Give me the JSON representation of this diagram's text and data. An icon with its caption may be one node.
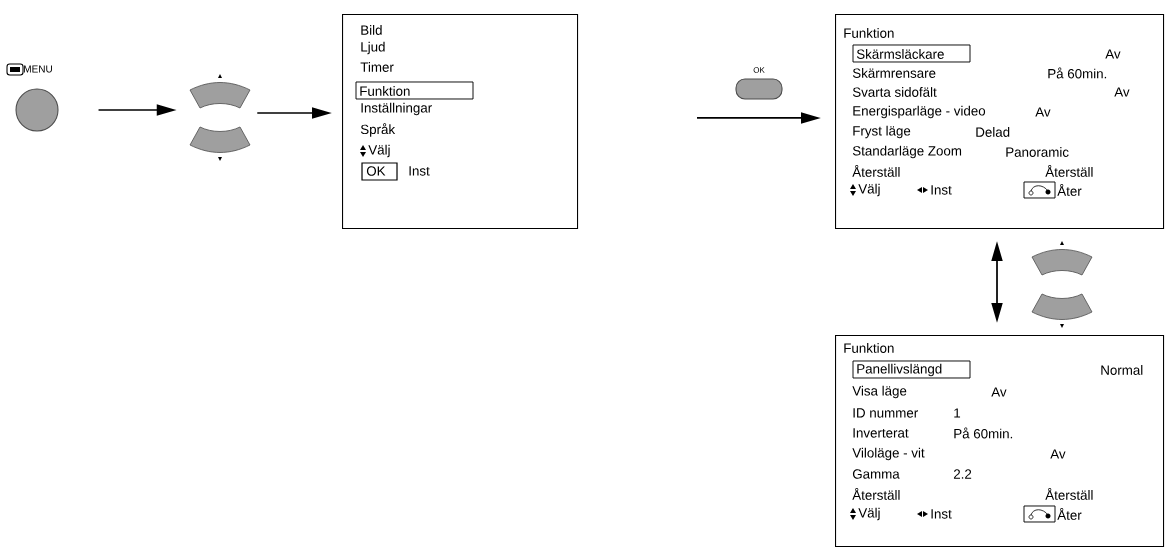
{
  "diagram": {
    "nodes": [
      {
        "text": [
          "MENU"
        ]
      },
      {
        "text": [],
        "shape": "keypad"
      },
      {
        "text": [
          "Bild",
          "Ljud",
          "Timer",
          "Funktion",
          "Inställningar",
          "Språk",
          "Välj",
          "OK",
          "Inst"
        ]
      },
      {
        "text": [
          "OK"
        ]
      },
      {
        "text": [
          "Funktion",
          "Skärmsläckare",
          "Av",
          "Skärmrensare",
          "På 60min.",
          "Svarta sidofält",
          "Av",
          "Energisparläge - video",
          "Av",
          "Fryst läge",
          "Delad",
          "Standarläge Zoom",
          "Panoramic",
          "Återställ",
          "Återställ",
          "Välj",
          "Inst",
          "Åter"
        ]
      },
      {
        "text": [],
        "shape": "keypad"
      },
      {
        "text": [
          "Funktion",
          "Panellivslängd",
          "Normal",
          "Visa läge",
          "Av",
          "ID nummer",
          "1",
          "Inverterat",
          "På 60min.",
          "Viloläge - vit",
          "Av",
          "Gamma",
          "2.2",
          "Återställ",
          "Återställ",
          "Välj",
          "Inst",
          "Åter"
        ]
      }
    ],
    "edges": [
      {
        "from": 0,
        "to": 1,
        "arrow": "to"
      },
      {
        "from": 1,
        "to": 2,
        "arrow": "to"
      },
      {
        "from": null,
        "to": 4,
        "arrow": "to"
      },
      {
        "from": 4,
        "to": 6,
        "arrow": "both"
      }
    ]
  }
}
